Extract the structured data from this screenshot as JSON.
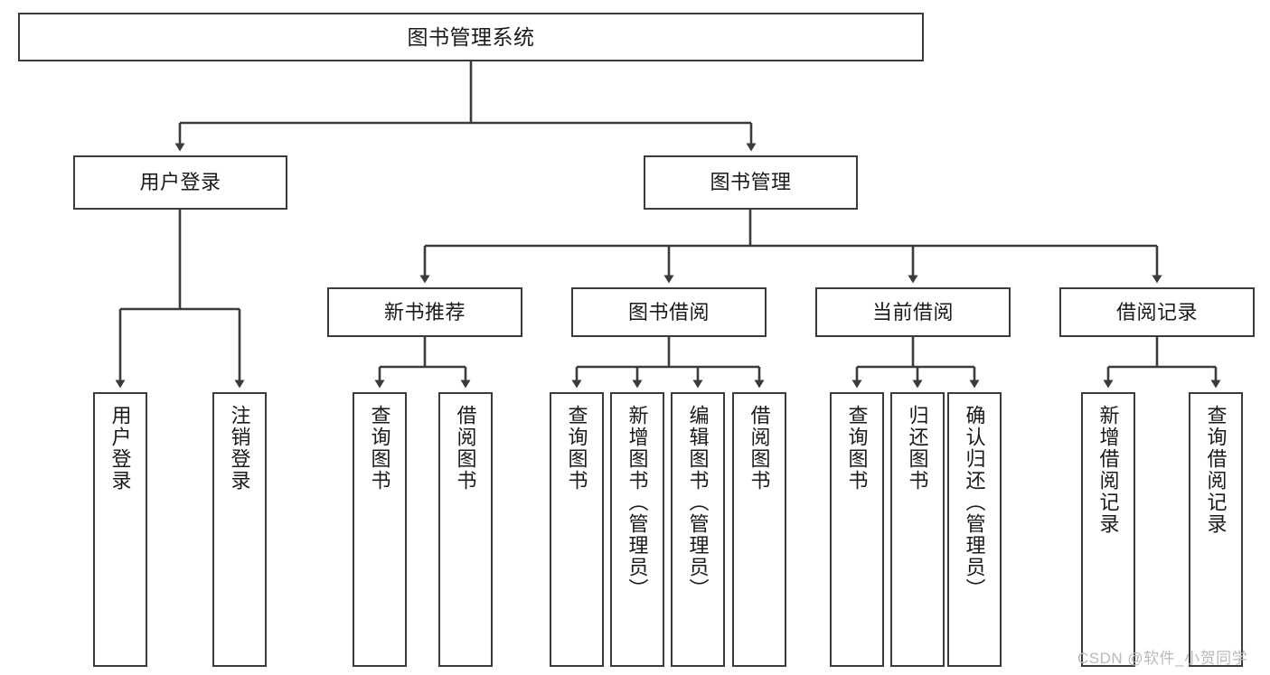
{
  "diagram": {
    "title": "图书管理系统",
    "type": "tree",
    "root": {
      "id": "root",
      "label": "图书管理系统"
    },
    "level1": [
      {
        "id": "user-login",
        "label": "用户登录"
      },
      {
        "id": "book-manage",
        "label": "图书管理"
      }
    ],
    "level2": [
      {
        "id": "new-book-rec",
        "label": "新书推荐"
      },
      {
        "id": "book-borrow",
        "label": "图书借阅"
      },
      {
        "id": "current-borrow",
        "label": "当前借阅"
      },
      {
        "id": "borrow-record",
        "label": "借阅记录"
      }
    ],
    "leaves": {
      "user_login": [
        {
          "id": "leaf-user-login",
          "label": "用户登录"
        },
        {
          "id": "leaf-logout",
          "label": "注销登录"
        }
      ],
      "new_book_rec": [
        {
          "id": "leaf-query-book-1",
          "label": "查询图书"
        },
        {
          "id": "leaf-borrow-book-1",
          "label": "借阅图书"
        }
      ],
      "book_borrow": [
        {
          "id": "leaf-query-book-2",
          "label": "查询图书"
        },
        {
          "id": "leaf-add-book",
          "label": "新增图书（管理员）"
        },
        {
          "id": "leaf-edit-book",
          "label": "编辑图书（管理员）"
        },
        {
          "id": "leaf-borrow-book-2",
          "label": "借阅图书"
        }
      ],
      "current_borrow": [
        {
          "id": "leaf-query-book-3",
          "label": "查询图书"
        },
        {
          "id": "leaf-return-book",
          "label": "归还图书"
        },
        {
          "id": "leaf-confirm-return",
          "label": "确认归还（管理员）"
        }
      ],
      "borrow_record": [
        {
          "id": "leaf-add-record",
          "label": "新增借阅记录"
        },
        {
          "id": "leaf-query-record",
          "label": "查询借阅记录"
        }
      ]
    }
  },
  "watermark": {
    "text": "CSDN @软件_小贺同学"
  },
  "colors": {
    "stroke": "#3b3b3b",
    "fill": "#ffffff",
    "text": "#1a1a1a",
    "watermark": "#b9b9b9"
  }
}
